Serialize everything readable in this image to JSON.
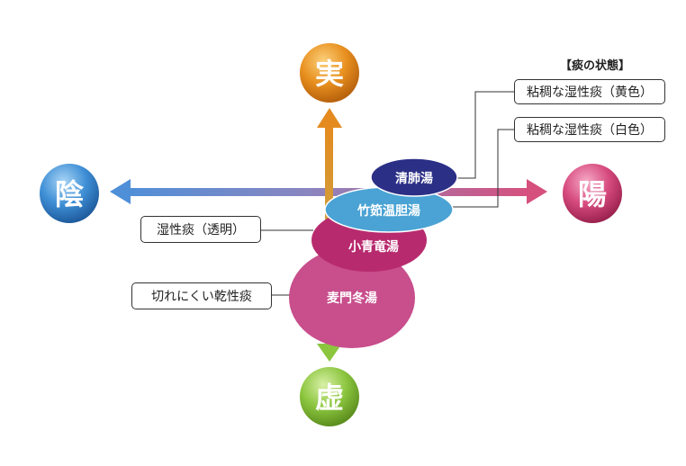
{
  "poles": {
    "top": "実",
    "left": "陰",
    "right": "陽",
    "bottom": "虚"
  },
  "formulas": {
    "seihaito": "清肺湯",
    "chikujo": "竹筎温胆湯",
    "shoseiryu": "小青竜湯",
    "bakumondo": "麦門冬湯"
  },
  "legend": {
    "title": "【痰の状態】",
    "yellow": "粘稠な湿性痰（黄色）",
    "white": "粘稠な湿性痰（白色）",
    "clear": "湿性痰（透明）",
    "dry": "切れにくい乾性痰"
  },
  "colors": {
    "top": "#e48a1e",
    "left": "#3f8fd6",
    "right": "#d64a7e",
    "bottom": "#8cc63f",
    "seihaito": "#2b2f86",
    "chikujo": "#4aa3d4",
    "shoseiryu": "#b82a6e",
    "bakumondo": "#c84e8c"
  }
}
